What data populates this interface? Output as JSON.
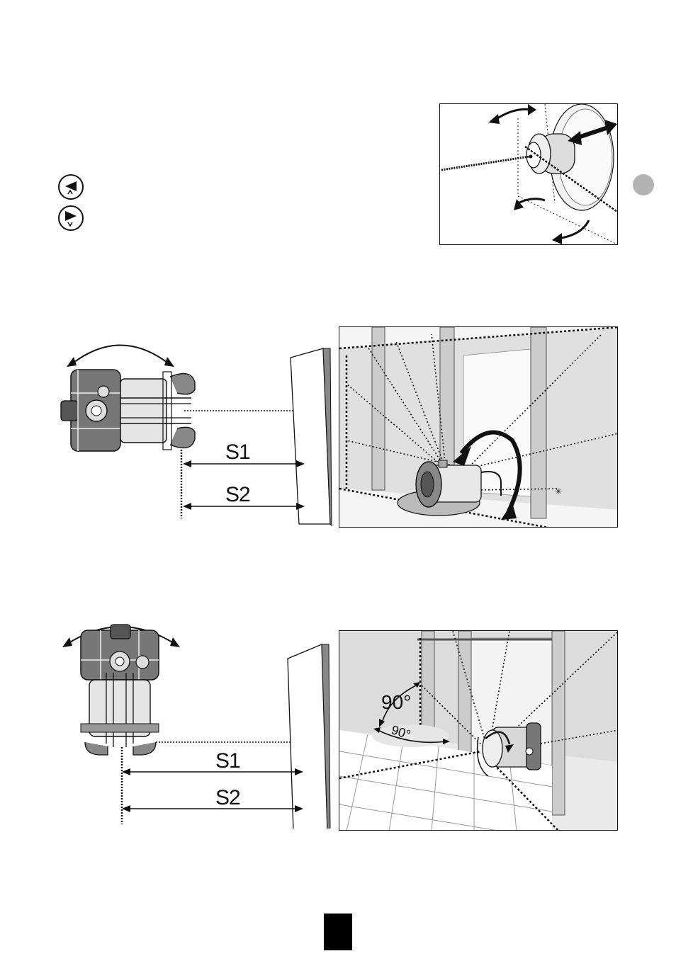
{
  "page": {
    "marker_color": "#b3b3b3",
    "footer_block_color": "#000000"
  },
  "icons": {
    "left_button": "arrow-left-button-icon",
    "right_button": "arrow-right-button-icon"
  },
  "figure2": {
    "s1": "S1",
    "s2": "S2"
  },
  "figure4": {
    "s1": "S1",
    "s2": "S2",
    "angle_wall": "90°",
    "angle_floor": "90°"
  }
}
